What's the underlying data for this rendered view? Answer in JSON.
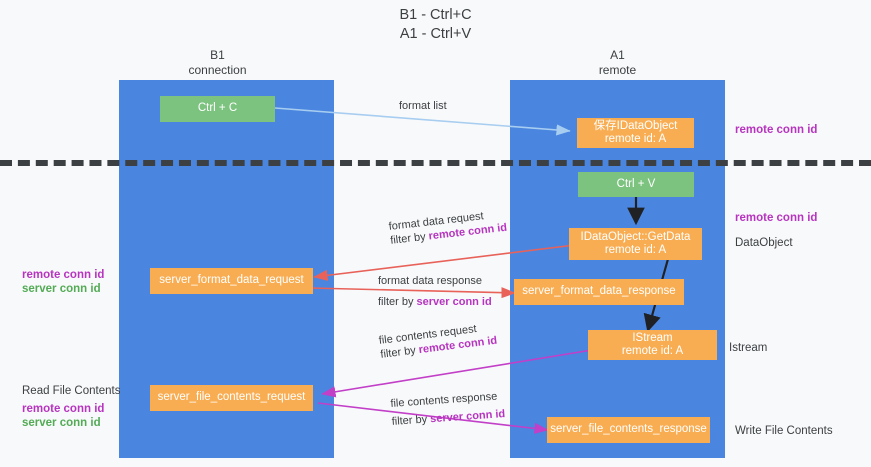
{
  "title": {
    "line1": "B1 - Ctrl+C",
    "line2": "A1 - Ctrl+V"
  },
  "columns": [
    {
      "name": "B1",
      "role": "connection"
    },
    {
      "name": "A1",
      "role": "remote"
    }
  ],
  "nodes": {
    "ctrl_c": {
      "label": "Ctrl + C"
    },
    "ctrl_v": {
      "label": "Ctrl + V"
    },
    "save_dataobject": {
      "line1": "保存IDataObject",
      "line2": "remote id: A"
    },
    "getdata": {
      "line1": "IDataObject::GetData",
      "line2": "remote id: A"
    },
    "istream": {
      "line1": "IStream",
      "line2": "remote id: A"
    },
    "server_format_data_request": {
      "label": "server_format_data_request"
    },
    "server_format_data_response": {
      "label": "server_format_data_response"
    },
    "server_file_contents_request": {
      "label": "server_file_contents_request"
    },
    "server_file_contents_response": {
      "label": "server_file_contents_response"
    }
  },
  "edges": {
    "format_list": {
      "label": "format list"
    },
    "format_data_request": {
      "l1": "format data request",
      "l2_prefix": "filter by ",
      "l2_key": "remote conn id"
    },
    "format_data_response": {
      "l1": "format data response",
      "l2_prefix": "filter by ",
      "l2_key": "server conn id"
    },
    "file_contents_request": {
      "l1": "file contents request",
      "l2_prefix": "filter by ",
      "l2_key": "remote conn id"
    },
    "file_contents_response": {
      "l1": "file contents response",
      "l2_prefix": "filter by ",
      "l2_key": "server conn id"
    }
  },
  "annotations": {
    "right_remote_conn_id_top": "remote conn id",
    "right_remote_conn_id_mid": "remote conn id",
    "right_dataobject": "DataObject",
    "right_istream": "Istream",
    "right_write_file_contents": "Write File Contents",
    "left_remote_conn_id_1": "remote conn id",
    "left_server_conn_id_1": "server conn id",
    "left_read_file_contents": "Read File Contents",
    "left_remote_conn_id_2": "remote conn id",
    "left_server_conn_id_2": "server conn id"
  },
  "colors": {
    "lane": "#4a86e0",
    "green_node": "#7dc380",
    "orange_node": "#f9ad52",
    "magenta_text": "#b734c0",
    "green_text": "#53ab56",
    "light_blue_arrow": "#a7cdf0",
    "red_arrow": "#e8625a",
    "magenta_arrow": "#c23fc8",
    "black_arrow": "#202124",
    "background": "#f8f9fa",
    "text": "#3c4043"
  }
}
